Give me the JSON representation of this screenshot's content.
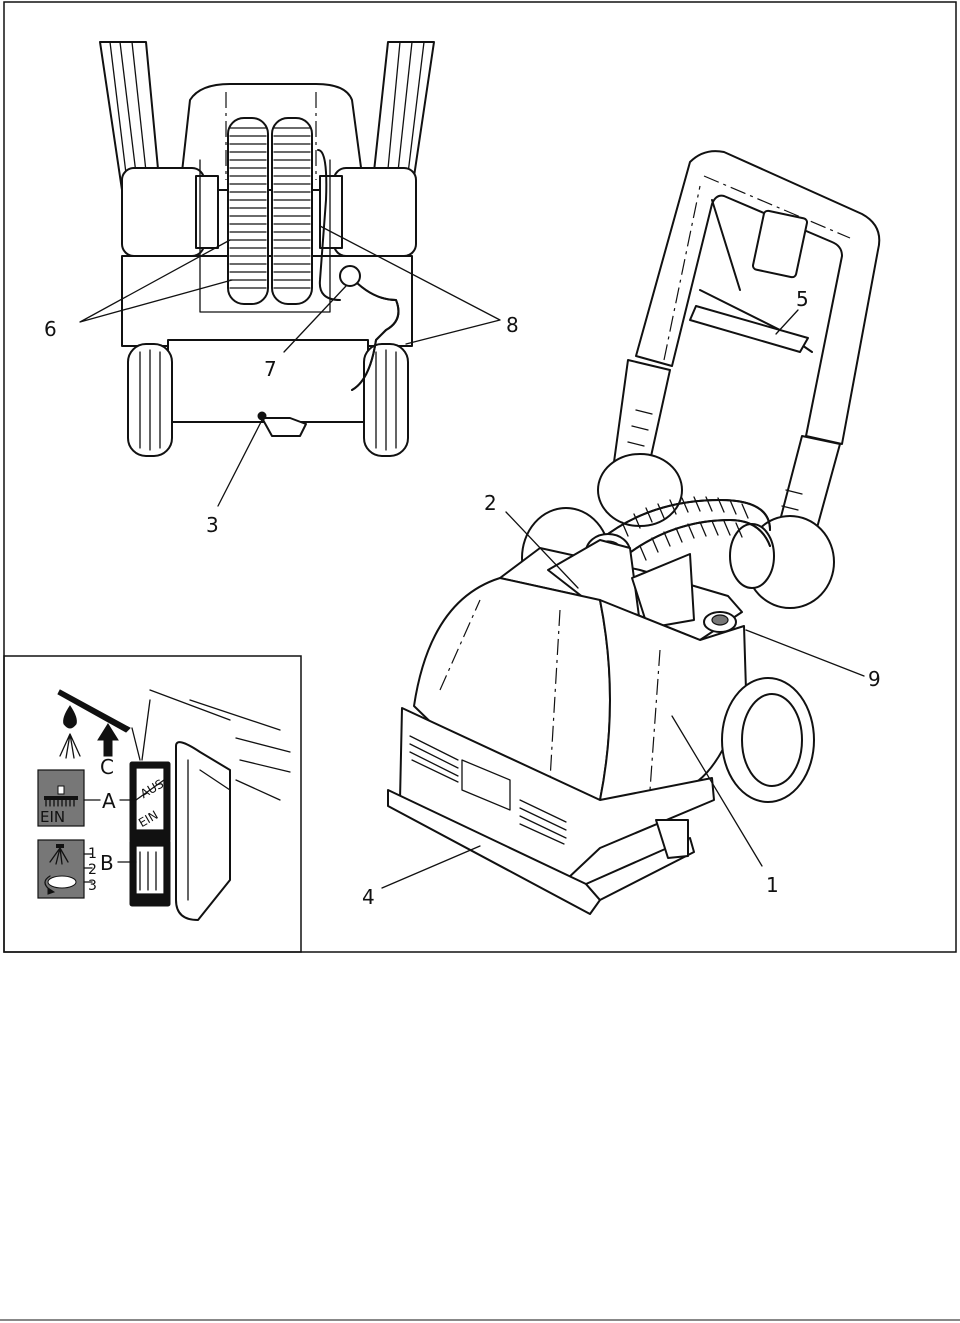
{
  "callouts": {
    "c1": "1",
    "c2": "2",
    "c3": "3",
    "c4": "4",
    "c5": "5",
    "c6": "6",
    "c7": "7",
    "c8": "8",
    "c9": "9"
  },
  "inset": {
    "label_a": "A",
    "label_b": "B",
    "label_c": "C",
    "switch_text": "EIN",
    "switch_text_small": "EIN",
    "switch_top_text": "AUS",
    "positions": [
      "1",
      "2",
      "3"
    ]
  },
  "icons": [
    "water-drop-icon",
    "spray-icon",
    "arrow-up-icon",
    "brush-icon",
    "rotate-brush-icon"
  ]
}
